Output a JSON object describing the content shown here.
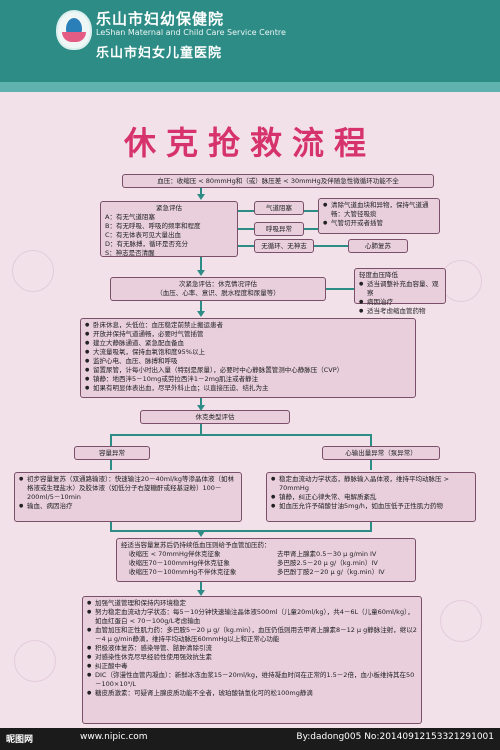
{
  "header": {
    "hospital_name": "乐山市妇幼保健院",
    "hospital_name_en": "LeShan Maternal and Child Care Service Centre",
    "hospital_name_2": "乐山市妇女儿童医院"
  },
  "title": "休克抢救流程",
  "flow": {
    "top": "血压：收缩压 < 80mmHg和（或）脉压差 < 30mmHg及伴随急性微循环功能不全",
    "emergency": {
      "title": "紧急评估",
      "items": [
        "A：有无气道阻塞",
        "B：有无呼吸、呼吸的频率和程度",
        "C：有无体表可见大量出血",
        "D：有无脉搏，循环是否充分",
        "S：神志是否清醒"
      ]
    },
    "airway": "气道阻塞",
    "breath": "呼吸异常",
    "no_pulse": "无循环、无神志",
    "airway_actions": [
      "清除气道血块和异物，保持气道通畅：大管径吸痰",
      "气管切开或者插管"
    ],
    "cpr": "心肺复苏",
    "secondary": {
      "line1": "次紧急评估：休克情况评估",
      "line2": "（血压、心率、意识、脱水程度和尿量等）"
    },
    "mild": {
      "title": "轻度血压降低",
      "items": [
        "适当调整补充血容量、观察",
        "病因治疗",
        "适当考虑缩血管药物"
      ]
    },
    "measures": [
      "卧床休息，头低位：血压稳定前禁止搬运患者",
      "开放并保持气道通畅，必要时气管插管",
      "建立大静脉通道、紧急配血备血",
      "大流量吸氧，保持血氧饱和度95%以上",
      "监护心电、血压、脉搏和呼吸",
      "留置尿管，计每小时出入量（特别是尿量），必要时中心静脉置管测中心静脉压（CVP）",
      "镇静：地西泮5－10mg或劳拉西泮1－2mg肌注或者静注",
      "如果有明显体表出血，尽早外科止血；以直接压迫、结扎为主"
    ],
    "type_eval": "休克类型评估",
    "volume_abn": "容量异常",
    "pump_abn": "心输出量异常（泵异常）",
    "volume_actions": [
      "初步容量复苏（双通路输液）：快速输注20－40ml/kg等渗晶体液（如林格液或生理盐水）及胶体液（如低分子右旋糖酐或羟基淀粉）100－200ml/5－10min",
      "输血、病因治疗"
    ],
    "pump_actions": [
      "稳定血流动力学状态，静脉输入晶体液，维持平均动脉压 > 70mmHg",
      "镇静，纠正心律失常、电解质紊乱",
      "如血压允许予硝酸甘油5mg/h，如血压低予正性肌力药物"
    ],
    "vaso": {
      "line1": "经适当容量复苏后仍持续低血压则给予血管加压药：",
      "rows": [
        {
          "cond": "收缩压 < 70mmHg伴休克征象",
          "drug": "去甲肾上腺素0.5－30 μ g/min IV"
        },
        {
          "cond": "收缩压70－100mmHg伴休克征象",
          "drug": "多巴胺2.5－20 μ g/（kg.min）IV"
        },
        {
          "cond": "收缩压70－100mmHg不伴休克征象",
          "drug": "多巴酚丁胺2－20 μ g/（kg.min）IV"
        }
      ]
    },
    "final": [
      "加强气道管理和保持内环境稳定",
      "努力稳定血流动力学状态：每5－10分钟快速输注晶体液500ml（儿童20ml/kg），共4－6L（儿童60ml/kg），如血红蛋白 < 70－100g/L考虑输血",
      "血管加压和正性肌力药：多巴胺5－20 μ g/（kg.min），血压仍低则用去甲肾上腺素8－12 μ g静脉注射，继以2－4 μ g/min静滴，维持平均动脉压60mmHg以上和正常心功能",
      "积极液体复苏：感染导管、脓肿清除引流",
      "对感染性休克尽早经验性使用强效抗生素",
      "纠正酸中毒",
      "DIC（弥漫性血管内凝血）：新鲜冰冻血浆15－20ml/kg，维持凝血时间在正常的1.5－2倍，血小板维持其在50－100×10⁹/L",
      "糖皮质激素：可疑肾上腺皮质功能不全者，琥珀酸钠氢化可的松100mg静滴"
    ]
  },
  "footer": {
    "brand": "昵图网",
    "url": "www.nipic.com",
    "credit": "By:dadong005 No:20140912153321291001"
  }
}
